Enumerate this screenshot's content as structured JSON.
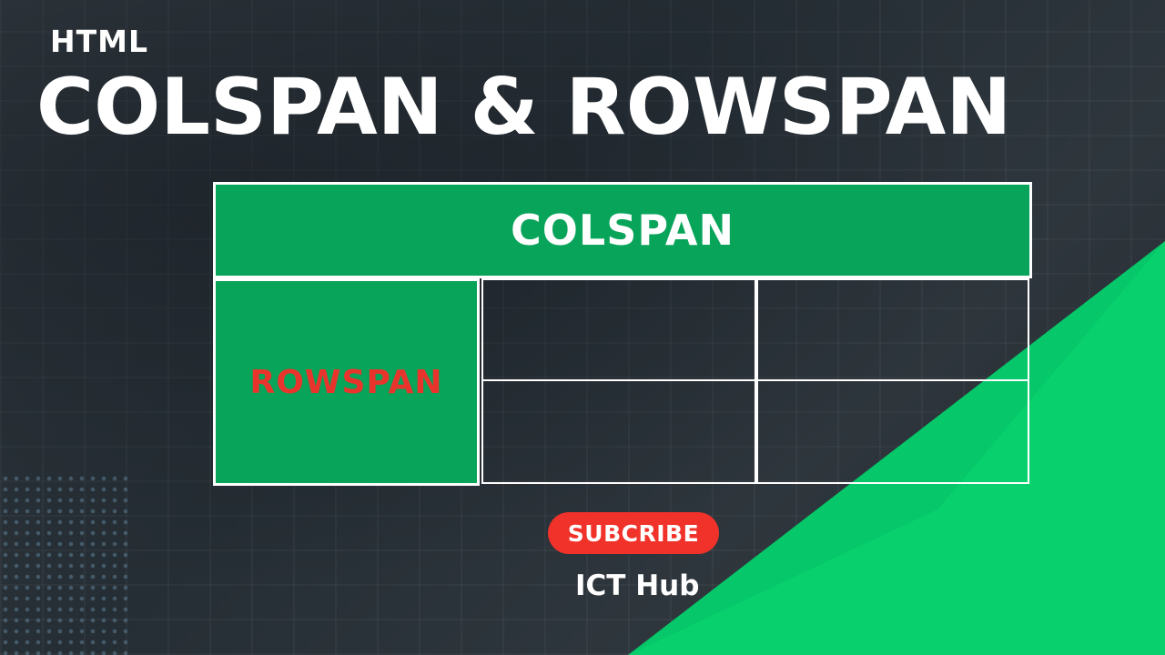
{
  "header": {
    "subtitle": "HTML",
    "title": "COLSPAN & ROWSPAN"
  },
  "diagram": {
    "colspan_label": "COLSPAN",
    "rowspan_label": "ROWSPAN"
  },
  "cta": {
    "subscribe_label": "SUBCRIBE"
  },
  "brand": {
    "name": "ICT Hub"
  },
  "colors": {
    "background": "#262e35",
    "accent_green": "#07d06d",
    "cell_green": "#08a45a",
    "rowspan_text": "#e8342c",
    "subscribe_red": "#f0322a",
    "text_white": "#ffffff"
  }
}
